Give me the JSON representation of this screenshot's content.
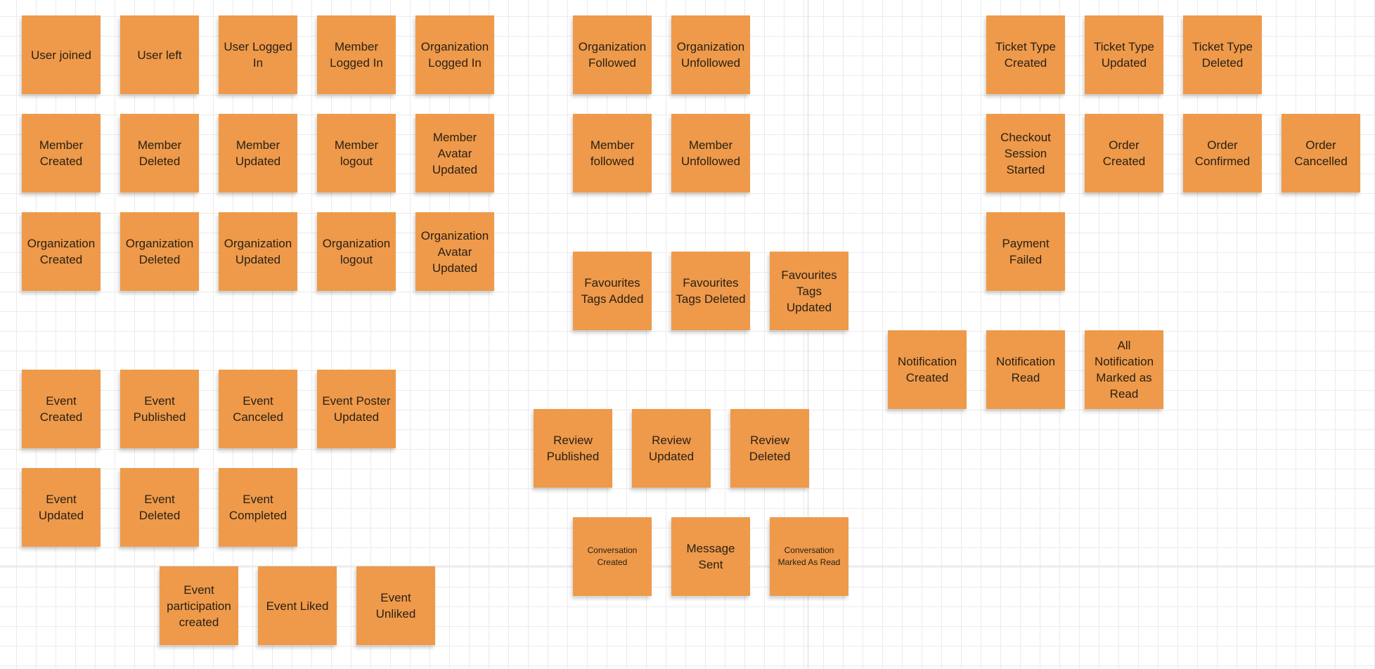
{
  "colors": {
    "sticky": "#ee9a4a",
    "text": "#2a2016",
    "grid": "#ebebeb",
    "grid_major": "#d9d9d9",
    "background": "#ffffff"
  },
  "notes": [
    "User joined",
    "User left",
    "User Logged\nIn",
    "Member\nLogged In",
    "Organization\nLogged In",
    "Organization\nFollowed",
    "Organization\nUnfollowed",
    "Ticket Type\nCreated",
    "Ticket Type\nUpdated",
    "Ticket Type\nDeleted",
    "Member\nCreated",
    "Member\nDeleted",
    "Member\nUpdated",
    "Member\nlogout",
    "Member\nAvatar\nUpdated",
    "Member\nfollowed",
    "Member\nUnfollowed",
    "Checkout\nSession\nStarted",
    "Order\nCreated",
    "Order\nConfirmed",
    "Order\nCancelled",
    "Organization\nCreated",
    "Organization\nDeleted",
    "Organization\nUpdated",
    "Organization\nlogout",
    "Organization\nAvatar\nUpdated",
    "Payment\nFailed",
    "Favourites\nTags Added",
    "Favourites\nTags Deleted",
    "Favourites\nTags\nUpdated",
    "Notification\nCreated",
    "Notification\nRead",
    "All\nNotification\nMarked as\nRead",
    "Event\nCreated",
    "Event\nPublished",
    "Event\nCanceled",
    "Event Poster\nUpdated",
    "Review\nPublished",
    "Review\nUpdated",
    "Review\nDeleted",
    "Event\nUpdated",
    "Event\nDeleted",
    "Event\nCompleted",
    "Conversation\nCreated",
    "Message\nSent",
    "Conversation\nMarked As Read",
    "Event\nparticipation\ncreated",
    "Event Liked",
    "Event\nUnliked"
  ]
}
